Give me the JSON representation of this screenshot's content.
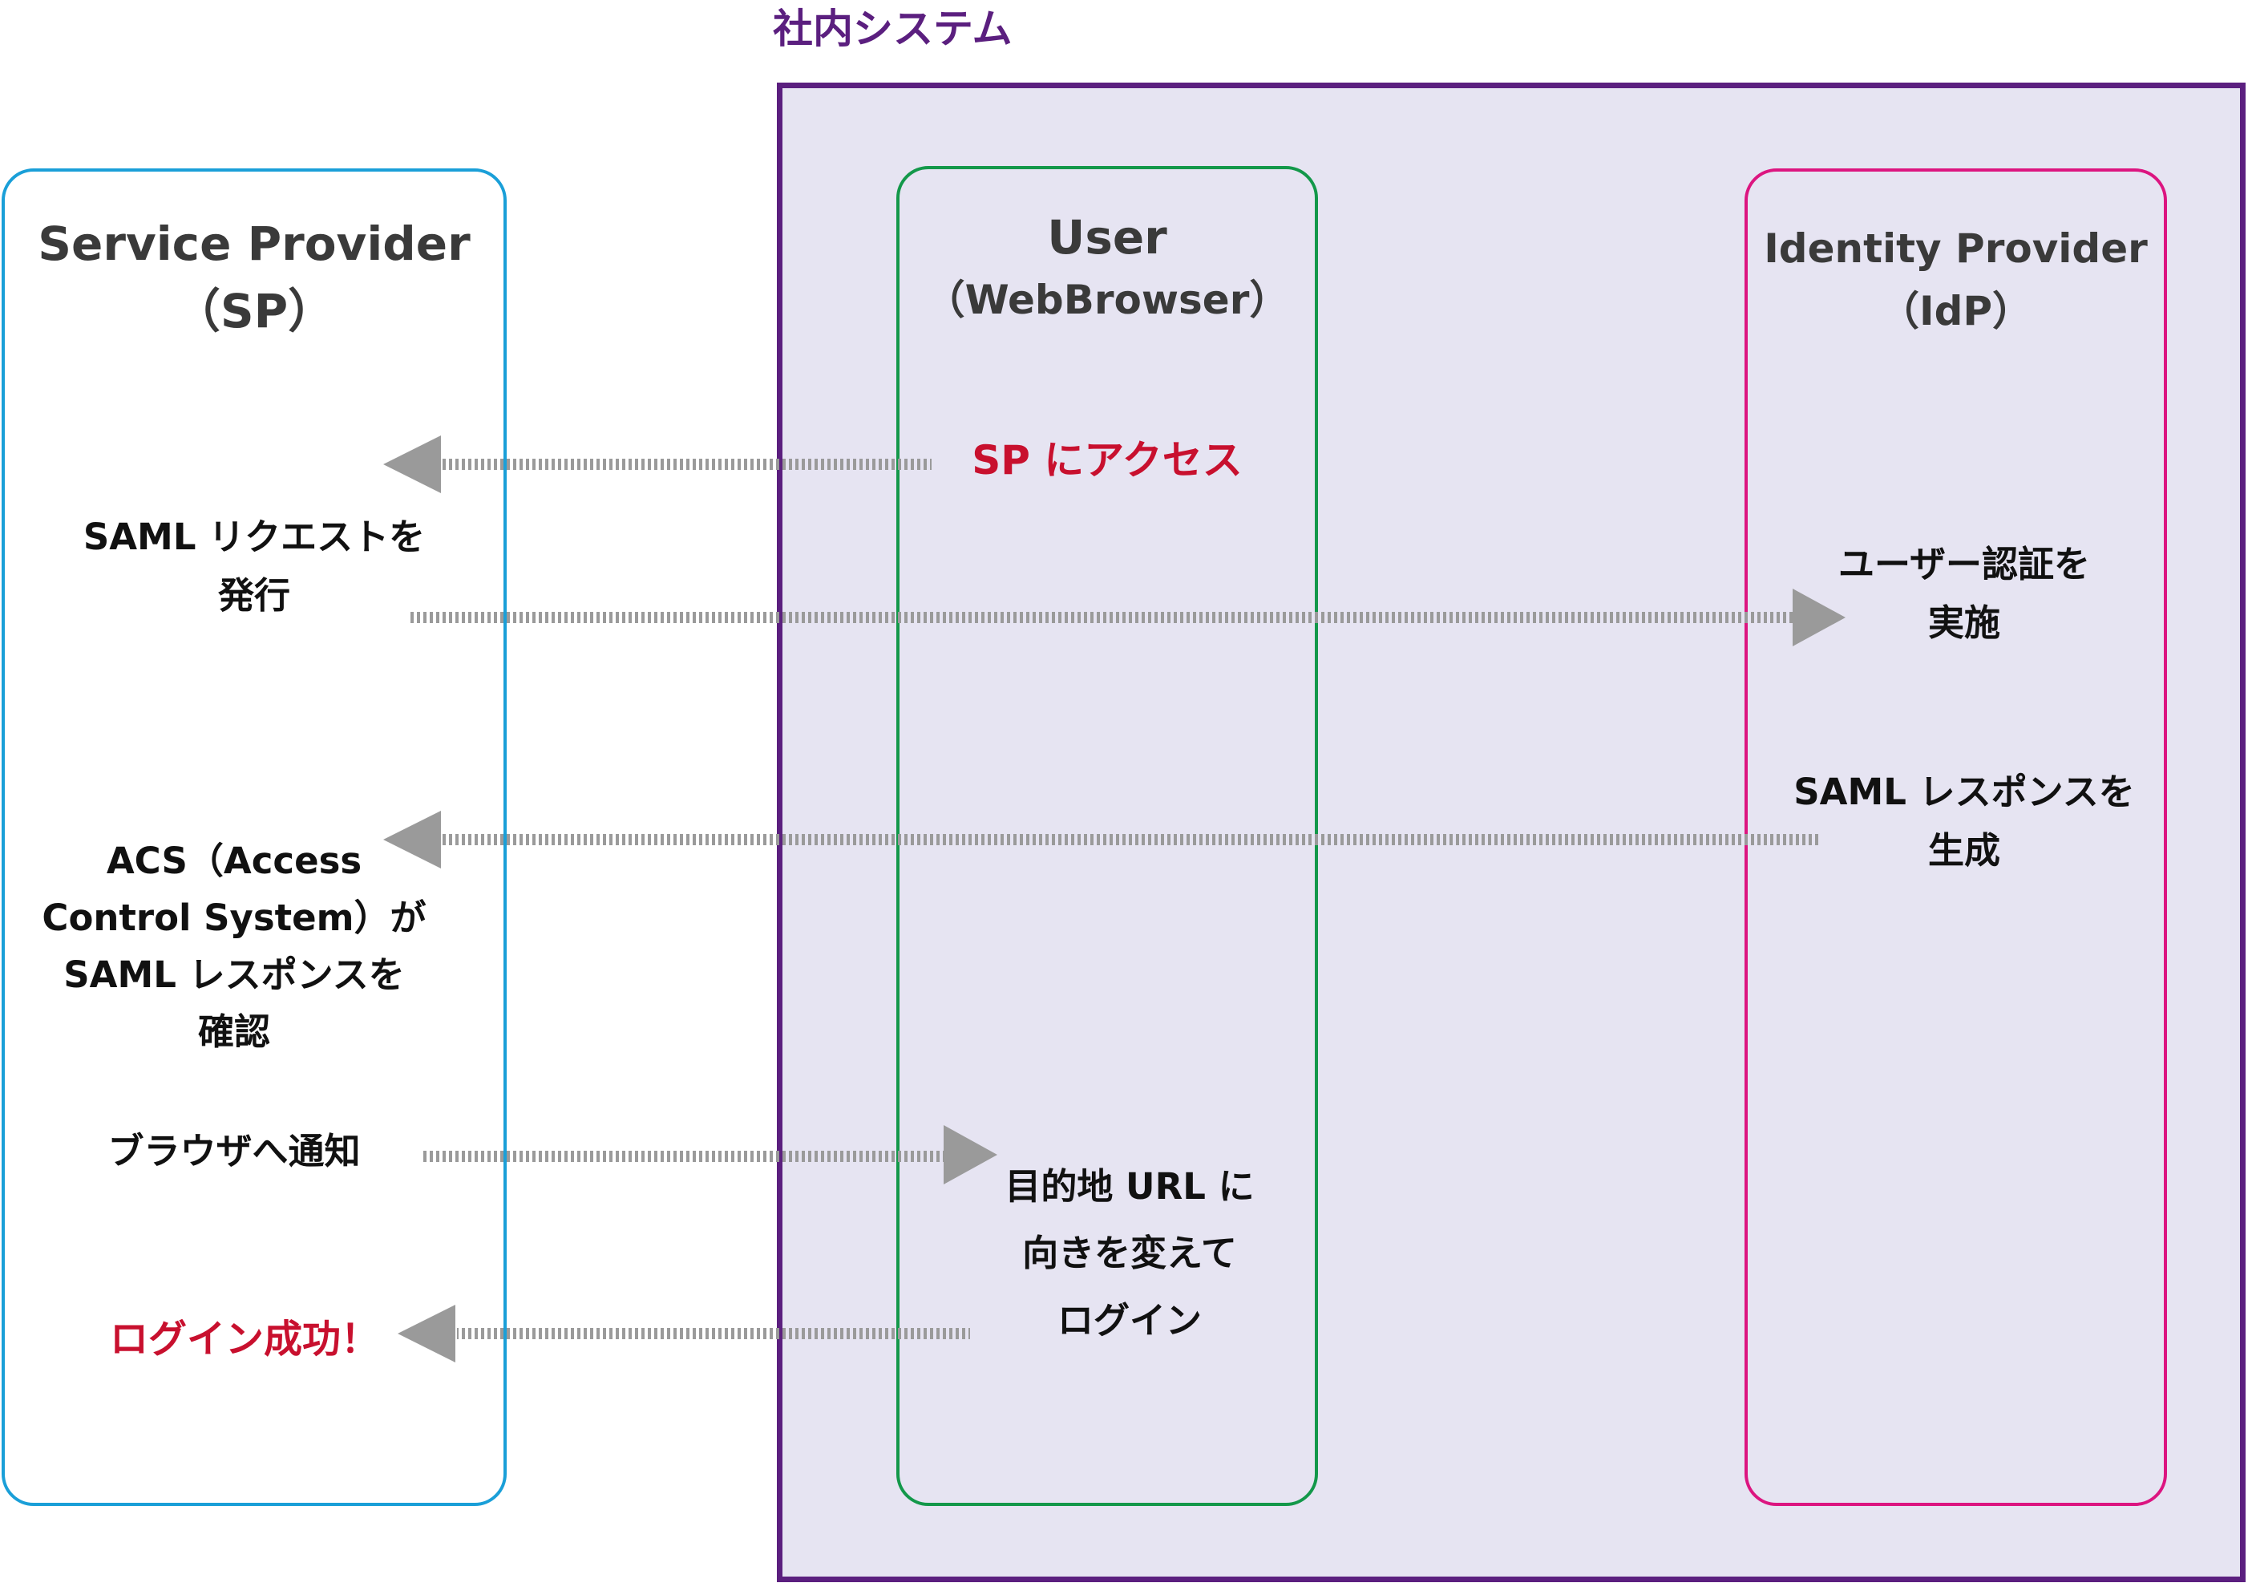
{
  "system": {
    "title": "社内システム"
  },
  "lanes": {
    "sp": {
      "title": "Service Provider",
      "subtitle": "（SP）"
    },
    "user": {
      "title": "User",
      "subtitle": "（WebBrowser）"
    },
    "idp": {
      "title": "Identity Provider",
      "subtitle": "（IdP）"
    }
  },
  "steps": {
    "sp_access": "SP にアクセス",
    "saml_request": [
      "SAML リクエストを",
      "発行"
    ],
    "user_auth": [
      "ユーザー認証を",
      "実施"
    ],
    "saml_response": [
      "SAML レスポンスを",
      "生成"
    ],
    "acs_check": [
      "ACS（Access",
      "Control System）が",
      "SAML レスポンスを",
      "確認"
    ],
    "notify_browser": "ブラウザへ通知",
    "redirect": [
      "目的地 URL に",
      "向きを変えて",
      "ログイン"
    ],
    "login_success": "ログイン成功！"
  },
  "colors": {
    "system": "#5b1f7f",
    "sp": "#1a9fd8",
    "user": "#13984a",
    "idp": "#dc1580",
    "highlight": "#c8102e",
    "arrow": "#9a9a9a"
  }
}
